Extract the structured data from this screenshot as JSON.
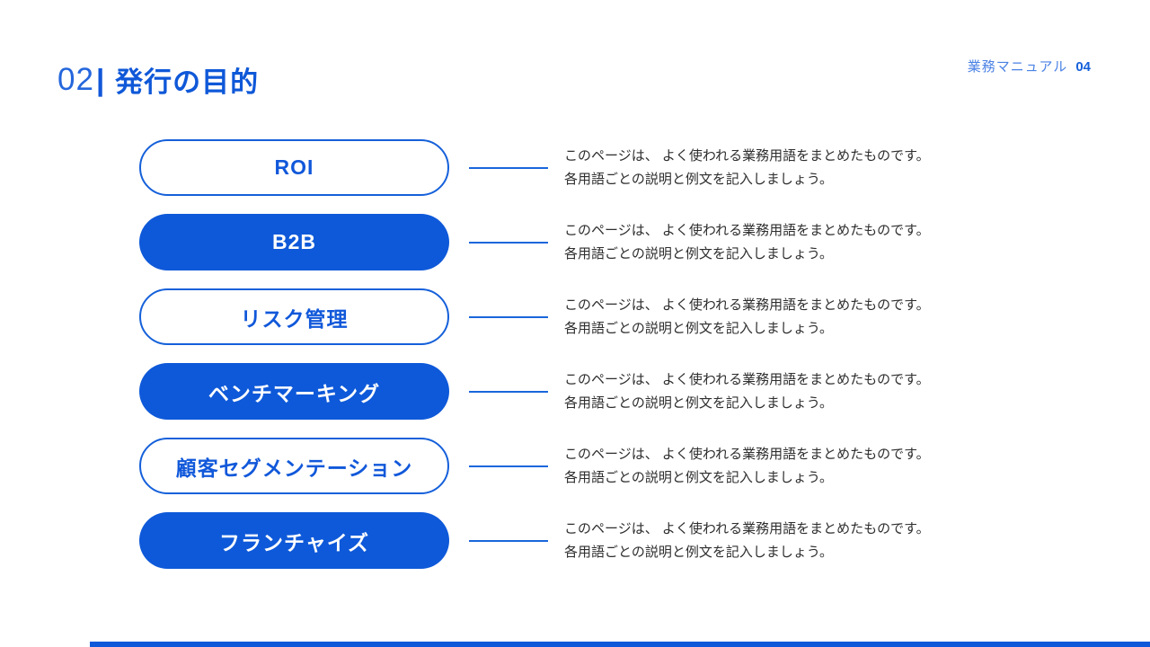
{
  "header": {
    "section_number": "02",
    "divider": "|",
    "title": "発行の目的",
    "manual_label": "業務マニュアル",
    "page_number": "04"
  },
  "terms": [
    {
      "label": "ROI",
      "style": "outline",
      "desc1": "このページは、 よく使われる業務用語をまとめたものです。",
      "desc2": "各用語ごとの説明と例文を記入しましょう。"
    },
    {
      "label": "B2B",
      "style": "filled",
      "desc1": "このページは、 よく使われる業務用語をまとめたものです。",
      "desc2": "各用語ごとの説明と例文を記入しましょう。"
    },
    {
      "label": "リスク管理",
      "style": "outline",
      "desc1": "このページは、 よく使われる業務用語をまとめたものです。",
      "desc2": "各用語ごとの説明と例文を記入しましょう。"
    },
    {
      "label": "ベンチマーキング",
      "style": "filled",
      "desc1": "このページは、 よく使われる業務用語をまとめたものです。",
      "desc2": "各用語ごとの説明と例文を記入しましょう。"
    },
    {
      "label": "顧客セグメンテーション",
      "style": "outline",
      "desc1": "このページは、 よく使われる業務用語をまとめたものです。",
      "desc2": "各用語ごとの説明と例文を記入しましょう。"
    },
    {
      "label": "フランチャイズ",
      "style": "filled",
      "desc1": "このページは、 よく使われる業務用語をまとめたものです。",
      "desc2": "各用語ごとの説明と例文を記入しましょう。"
    }
  ],
  "colors": {
    "accent_blue": "#0E59D9",
    "outline_blue": "#1560DA",
    "light_blue": "#4A82E4",
    "body_text": "#2E2E2E"
  }
}
